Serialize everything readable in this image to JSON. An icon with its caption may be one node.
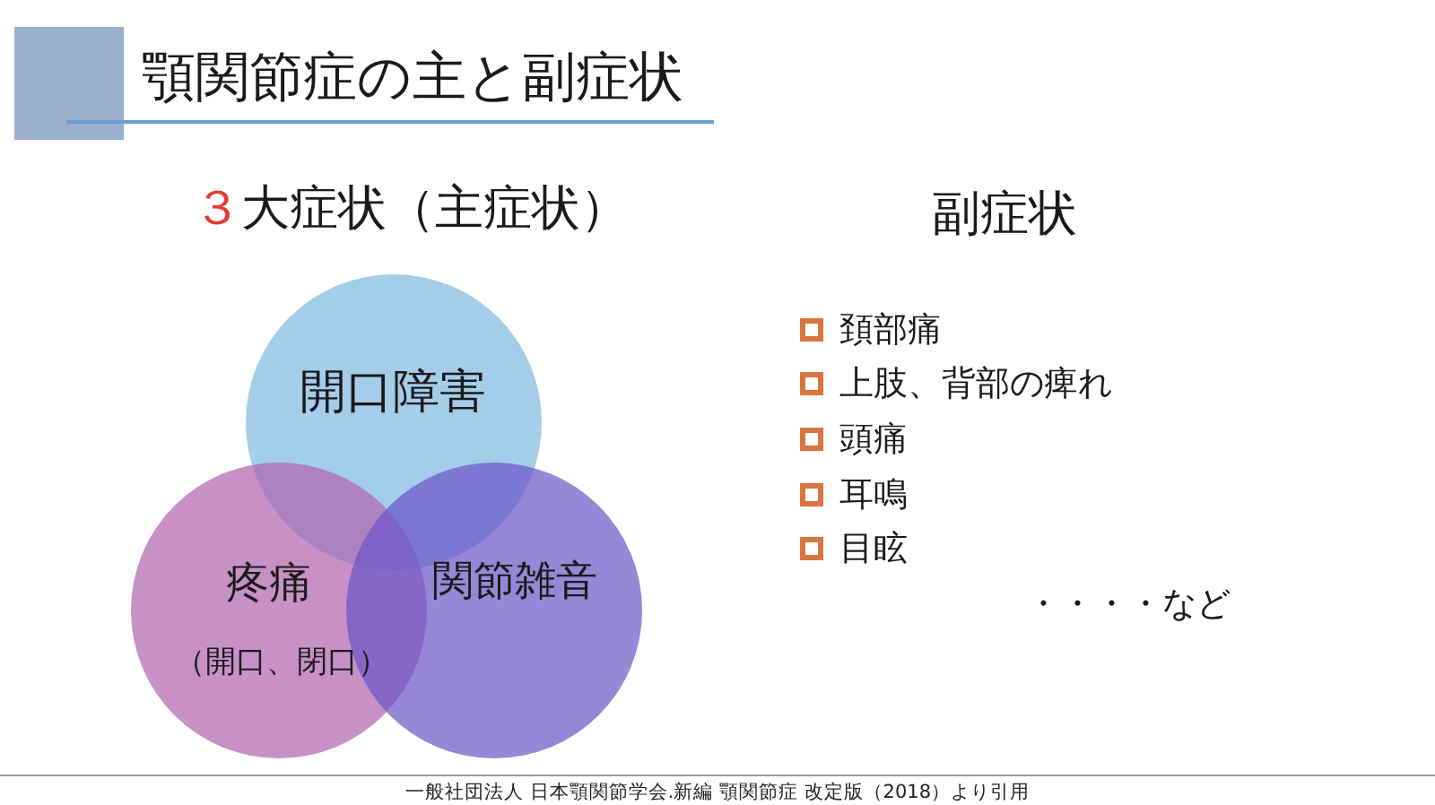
{
  "diagram": {
    "title": "顎関節症の主と副症状",
    "caption": "一般社団法人 日本顎関節学会.新編 顎関節症 改定版（2018）より引用",
    "nodes": [
      {
        "text": [
          "開口障害"
        ]
      },
      {
        "text": [
          "疼痛",
          "（開口、閉口）"
        ]
      },
      {
        "text": [
          "関節雑音"
        ]
      }
    ],
    "labels": [
      "３大症状（主症状）",
      "副症状",
      "頚部痛",
      "上肢、背部の痺れ",
      "頭痛",
      "耳鳴",
      "目眩",
      "・・・・など"
    ]
  }
}
